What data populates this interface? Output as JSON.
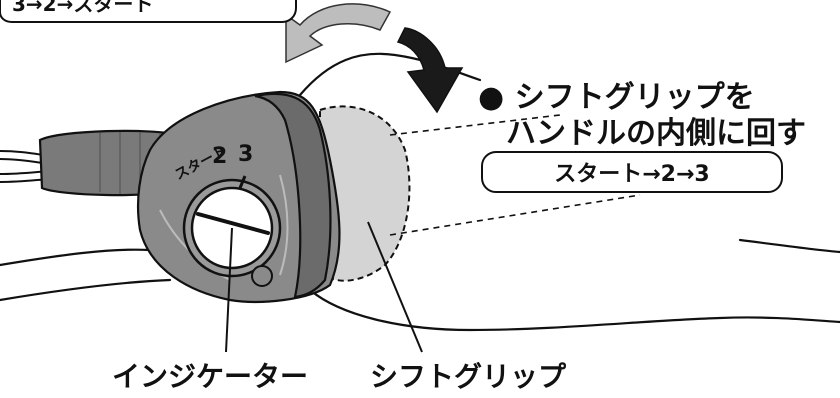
{
  "top_box_text": "3→2→スタート",
  "instruction": {
    "bullet": "●",
    "line1": "シフトグリップを",
    "line2": "ハンドルの内側に回す"
  },
  "sequence_box_text": "スタート→2→3",
  "shifter_scale": {
    "start": "スタート",
    "n2": "2",
    "n3": "3"
  },
  "callouts": {
    "indicator": "インジケーター",
    "shift_grip": "シフトグリップ"
  },
  "colors": {
    "line": "#111111",
    "arrow_dark": "#1a1a1a",
    "arrow_gray": "#bdbdbd",
    "shifter_dark": "#6b6b6b",
    "shifter_mid": "#8a8a8a",
    "shifter_light": "#a6a6a6",
    "grip_light": "#d4d4d4",
    "cable": "#ffffff"
  },
  "icons": {
    "rotate_back": "curved-arrow-left-icon",
    "rotate_forward": "curved-arrow-down-icon"
  }
}
